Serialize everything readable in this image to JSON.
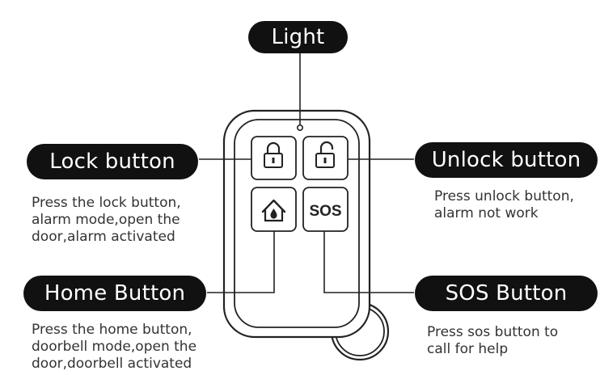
{
  "callouts": {
    "light": {
      "title": "Light"
    },
    "lock": {
      "title": "Lock button",
      "lines": [
        "Press the lock button,",
        "alarm mode,open the",
        "door,alarm activated"
      ]
    },
    "unlock": {
      "title": "Unlock button",
      "lines": [
        "Press unlock button,",
        "alarm not work"
      ]
    },
    "home": {
      "title": "Home Button",
      "lines": [
        "Press the home button,",
        "doorbell mode,open the",
        "door,doorbell activated"
      ]
    },
    "sos": {
      "title": "SOS Button",
      "lines": [
        "Press sos button to",
        "call for help"
      ]
    }
  },
  "remote": {
    "sos_key_label": "SOS",
    "icons": [
      "lock-icon",
      "unlock-icon",
      "home-icon"
    ]
  }
}
